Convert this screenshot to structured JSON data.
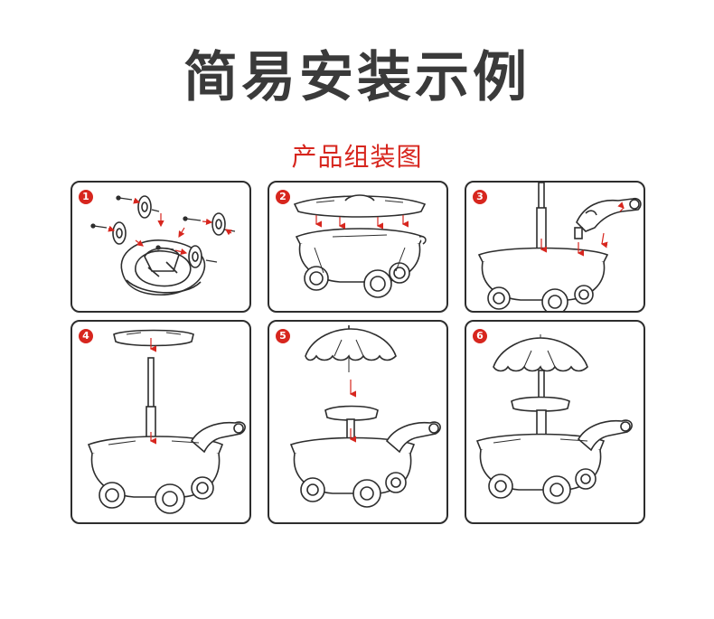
{
  "header": {
    "title": "简易安装示例",
    "subtitle": "产品组装图"
  },
  "colors": {
    "accent": "#d7261e",
    "title": "#3a3a3a",
    "line": "#2d2d2d"
  },
  "steps": [
    {
      "number": "1"
    },
    {
      "number": "2"
    },
    {
      "number": "3"
    },
    {
      "number": "4"
    },
    {
      "number": "5"
    },
    {
      "number": "6"
    }
  ]
}
